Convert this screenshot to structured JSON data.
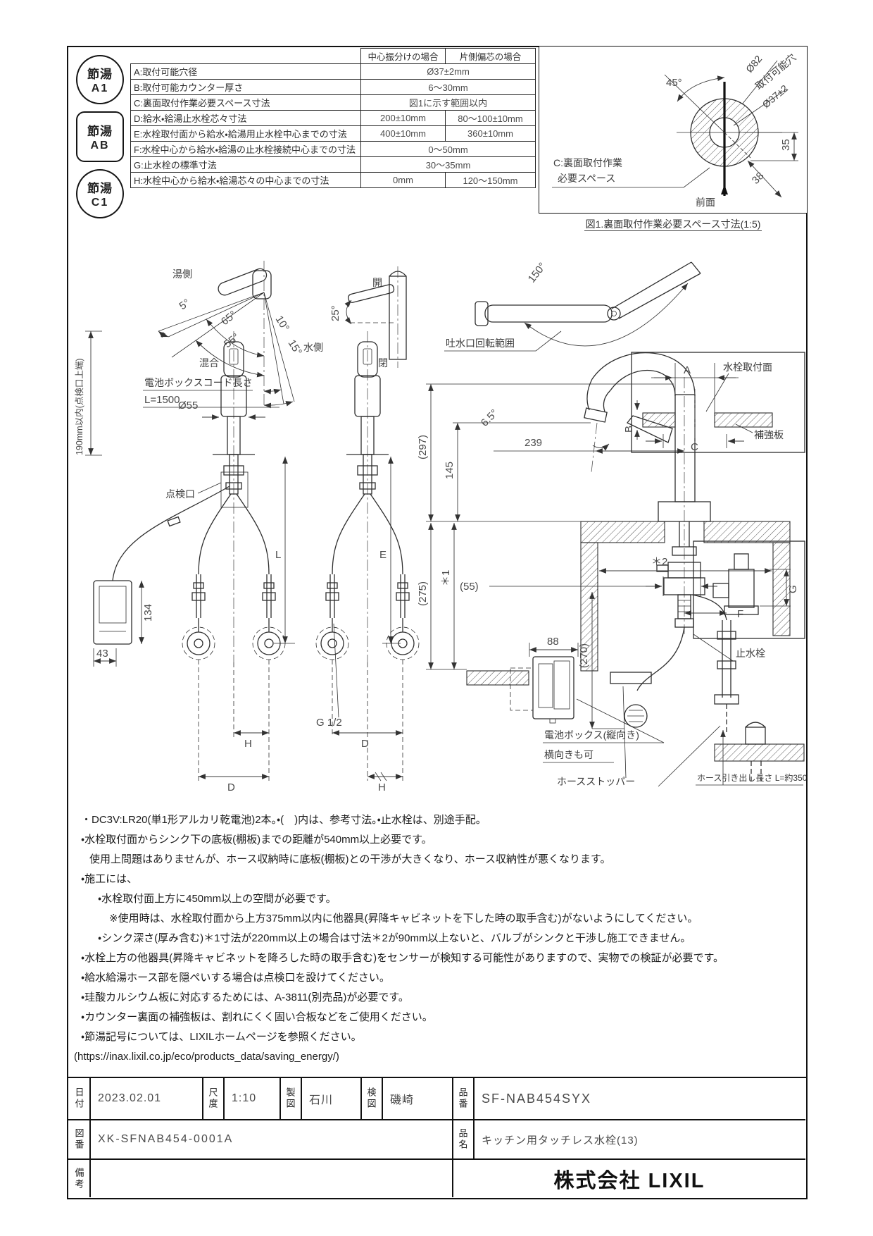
{
  "doc": {
    "eco_badges": [
      {
        "line1": "節湯",
        "line2": "A1"
      },
      {
        "line1": "節湯",
        "line2": "AB"
      },
      {
        "line1": "節湯",
        "line2": "C1"
      }
    ],
    "spec_table": {
      "header_center": "中心振分けの場合",
      "header_side": "片側偏芯の場合",
      "rows": [
        {
          "label": "A:取付可能穴径",
          "center": "Ø37±2mm",
          "side": ""
        },
        {
          "label": "B:取付可能カウンター厚さ",
          "center": "6〜30mm",
          "side": ""
        },
        {
          "label": "C:裏面取付作業必要スペース寸法",
          "center": "図1に示す範囲以内",
          "side": ""
        },
        {
          "label": "D:給水・給湯止水栓芯々寸法",
          "center": "200±10mm",
          "side": "80〜100±10mm"
        },
        {
          "label": "E:水栓取付面から給水・給湯用止水栓中心までの寸法",
          "center": "400±10mm",
          "side": "360±10mm"
        },
        {
          "label": "F:水栓中心から給水・給湯の止水栓接続中心までの寸法",
          "center": "0〜50mm",
          "side": ""
        },
        {
          "label": "G:止水栓の標準寸法",
          "center": "30〜35mm",
          "side": ""
        },
        {
          "label": "H:水栓中心から給水・給湯芯々の中心までの寸法",
          "center": "0mm",
          "side": "120〜150mm"
        }
      ]
    },
    "fig1": {
      "dia_outer": "Ø82",
      "hole_label": "取付可能穴",
      "hole_dia": "Ø37±2",
      "angle45": "45°",
      "d35": "35",
      "d38": "38",
      "c1": "C:裏面取付作業",
      "c2": "必要スペース",
      "front": "前面",
      "caption": "図1.裏面取付作業必要スペース寸法(1:5)"
    },
    "drawing": {
      "tilt": {
        "hot": "湯側",
        "cold": "水側",
        "mix": "混合",
        "d5": "5°",
        "d65": "65°",
        "d55": "55°",
        "d10": "10°",
        "d15": "15°"
      },
      "lever": {
        "d25": "25°",
        "open": "開",
        "close": "閉"
      },
      "swivel": {
        "d150": "150°",
        "label": "吐水口回転範囲"
      },
      "front": {
        "vnote": "190mm以内(点検口上端)",
        "cord1": "電池ボックスコード長さ",
        "cord2": "L=1500",
        "dia55": "Ø55",
        "port": "点検口",
        "d134": "134",
        "d43": "43",
        "H": "H",
        "D": "D",
        "L": "L",
        "E": "E",
        "g12": "G 1/2"
      },
      "side": {
        "d297": "(297)",
        "d145": "145",
        "d65": "6.5°",
        "d239": "239",
        "d55": "(55)",
        "s1": "＊1",
        "s2": "＊2",
        "d275": "(275)",
        "d270": "(270)",
        "d88": "88",
        "F": "F"
      },
      "detailA": {
        "A": "A",
        "B": "B",
        "C": "C",
        "mount": "水栓取付面",
        "plate": "補強板"
      },
      "detailG": {
        "G": "G",
        "valve": "止水栓"
      },
      "lower": {
        "battery": "電池ボックス(縦向き)",
        "horiz": "横向きも可",
        "stopper": "ホースストッパー",
        "pull": "ホース引き出し長さ L=約350"
      }
    },
    "notes": [
      "・DC3V:LR20(単1形アルカリ乾電池)2本。・(　)内は、参考寸法。・止水栓は、別途手配。",
      "・水栓取付面からシンク下の底板(棚板)までの距離が540mm以上必要です。",
      "使用上問題はありませんが、ホース収納時に底板(棚板)との干渉が大きくなり、ホース収納性が悪くなります。",
      "・施工には、",
      "・水栓取付面上方に450mm以上の空間が必要です。",
      "※使用時は、水栓取付面から上方375mm以内に他器具(昇降キャビネットを下した時の取手含む)がないようにしてください。",
      "・シンク深さ(厚み含む)＊1寸法が220mm以上の場合は寸法＊2が90mm以上ないと、バルブがシンクと干渉し施工できません。",
      "・水栓上方の他器具(昇降キャビネットを降ろした時の取手含む)をセンサーが検知する可能性がありますので、実物での検証が必要です。",
      "・給水給湯ホース部を隠ぺいする場合は点検口を設けてください。",
      "・珪酸カルシウム板に対応するためには、A-3811(別売品)が必要です。",
      "・カウンター裏面の補強板は、割れにくく固い合板などをご使用ください。",
      "・節湯記号については、LIXILホームページを参照ください。",
      "(https://inax.lixil.co.jp/eco/products_data/saving_energy/)"
    ],
    "title_block": {
      "date_label": "日付",
      "date": "2023.02.01",
      "scale_label": "尺度",
      "scale": "1:10",
      "draft_label": "製図",
      "draft": "石川",
      "check_label": "検図",
      "check": "磯崎",
      "pn_label": "品番",
      "pn": "SF-NAB454SYX",
      "dn_label": "図番",
      "dn": "XK-SFNAB454-0001A",
      "name_label": "品名",
      "name": "キッチン用タッチレス水栓(13)",
      "rem_label": "備考",
      "company": "株式会社 LIXIL"
    }
  }
}
